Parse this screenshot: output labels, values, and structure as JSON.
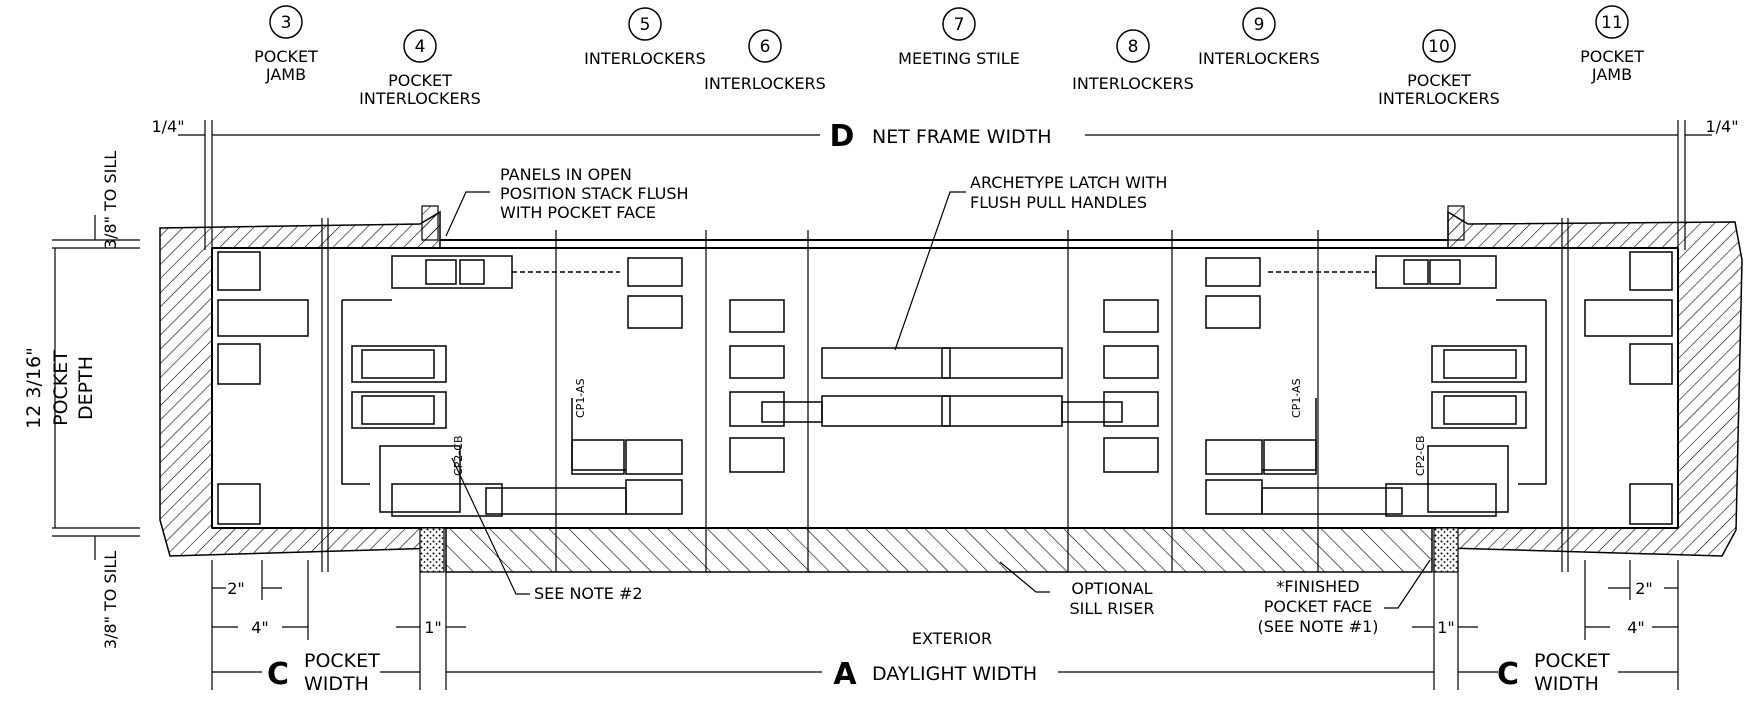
{
  "callouts": [
    {
      "num": "3",
      "lines": [
        "POCKET",
        "JAMB"
      ]
    },
    {
      "num": "4",
      "lines": [
        "POCKET",
        "INTERLOCKERS"
      ]
    },
    {
      "num": "5",
      "lines": [
        "INTERLOCKERS"
      ]
    },
    {
      "num": "6",
      "lines": [
        "INTERLOCKERS"
      ]
    },
    {
      "num": "7",
      "lines": [
        "MEETING STILE"
      ]
    },
    {
      "num": "8",
      "lines": [
        "INTERLOCKERS"
      ]
    },
    {
      "num": "9",
      "lines": [
        "INTERLOCKERS"
      ]
    },
    {
      "num": "10",
      "lines": [
        "POCKET",
        "INTERLOCKERS"
      ]
    },
    {
      "num": "11",
      "lines": [
        "POCKET",
        "JAMB"
      ]
    }
  ],
  "dims": {
    "net_frame_letter": "D",
    "net_frame_label": "NET FRAME WIDTH",
    "daylight_letter": "A",
    "daylight_label": "DAYLIGHT WIDTH",
    "pocket_width_letter": "C",
    "pocket_width_label": [
      "POCKET",
      "WIDTH"
    ],
    "quarter_inch": "1/4\"",
    "two_inch": "2\"",
    "four_inch": "4\"",
    "one_inch": "1\"",
    "to_sill_top": "3/8\" TO SILL",
    "to_sill_bottom": "3/8\" TO SILL",
    "pocket_depth": [
      "12 3/16\"",
      "POCKET",
      "DEPTH"
    ]
  },
  "notes": {
    "panels_open": [
      "PANELS IN OPEN",
      "POSITION STACK FLUSH",
      "WITH POCKET FACE"
    ],
    "latch": [
      "ARCHETYPE LATCH WITH",
      "FLUSH PULL HANDLES"
    ],
    "see_note2": "SEE NOTE #2",
    "sill_riser": [
      "OPTIONAL",
      "SILL RISER"
    ],
    "finished_pocket": [
      "*FINISHED",
      "POCKET FACE",
      "(SEE NOTE #1)"
    ],
    "exterior": "EXTERIOR"
  },
  "part_tags": [
    "CP1-AS",
    "CP2-CB",
    "CP1-AS",
    "CP2-CB"
  ]
}
